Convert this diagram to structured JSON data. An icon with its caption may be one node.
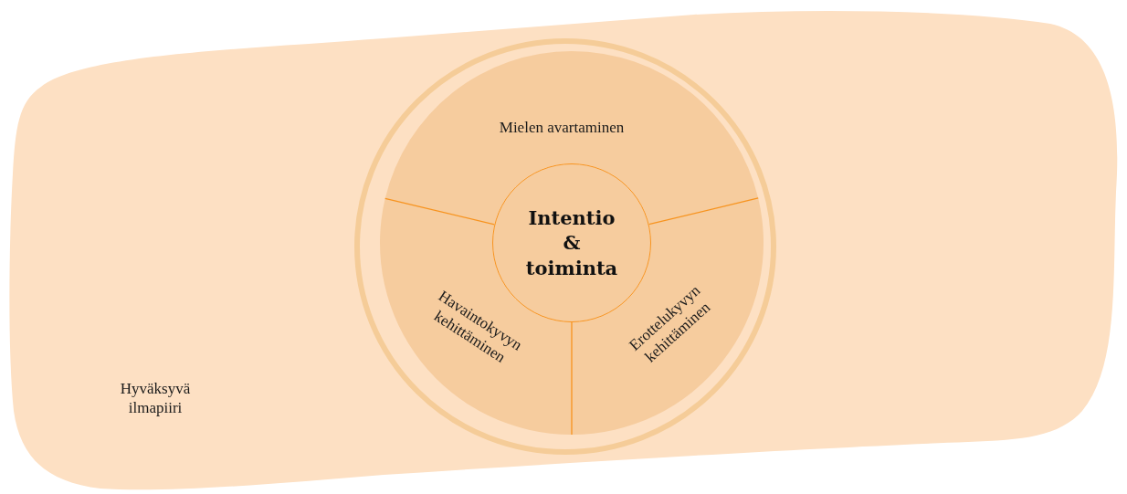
{
  "diagram": {
    "nodes": [
      {
        "text": [
          "Hyväksyvä ilmapiiri"
        ]
      },
      {
        "text": [],
        "shape": "circle",
        "in": 0
      },
      {
        "text": [
          "Mielen avartaminen"
        ],
        "in": 1
      },
      {
        "text": [
          "Havaintokyvyn kehittäminen"
        ],
        "in": 1
      },
      {
        "text": [
          "Erottelukyvyn kehittäminen"
        ],
        "in": 1
      },
      {
        "text": [
          "Intentio & toiminta"
        ],
        "in": 1
      }
    ]
  }
}
